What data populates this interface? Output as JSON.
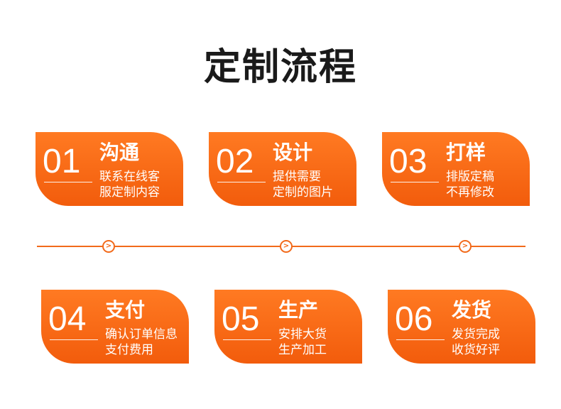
{
  "title": "定制流程",
  "steps": [
    {
      "num": "01",
      "title": "沟通",
      "desc": [
        "联系在线客",
        "服定制内容"
      ]
    },
    {
      "num": "02",
      "title": "设计",
      "desc": [
        "提供需要",
        "定制的图片"
      ]
    },
    {
      "num": "03",
      "title": "打样",
      "desc": [
        "排版定稿",
        "不再修改"
      ]
    },
    {
      "num": "04",
      "title": "支付",
      "desc": [
        "确认订单信息",
        "支付费用"
      ]
    },
    {
      "num": "05",
      "title": "生产",
      "desc": [
        "安排大货",
        "生产加工"
      ]
    },
    {
      "num": "06",
      "title": "发货",
      "desc": [
        "发货完成",
        "收货好评"
      ]
    }
  ],
  "colors": {
    "accent": "#f26a1b",
    "title": "#1a1a1a"
  },
  "icons": [
    "arrow-right-icon"
  ]
}
